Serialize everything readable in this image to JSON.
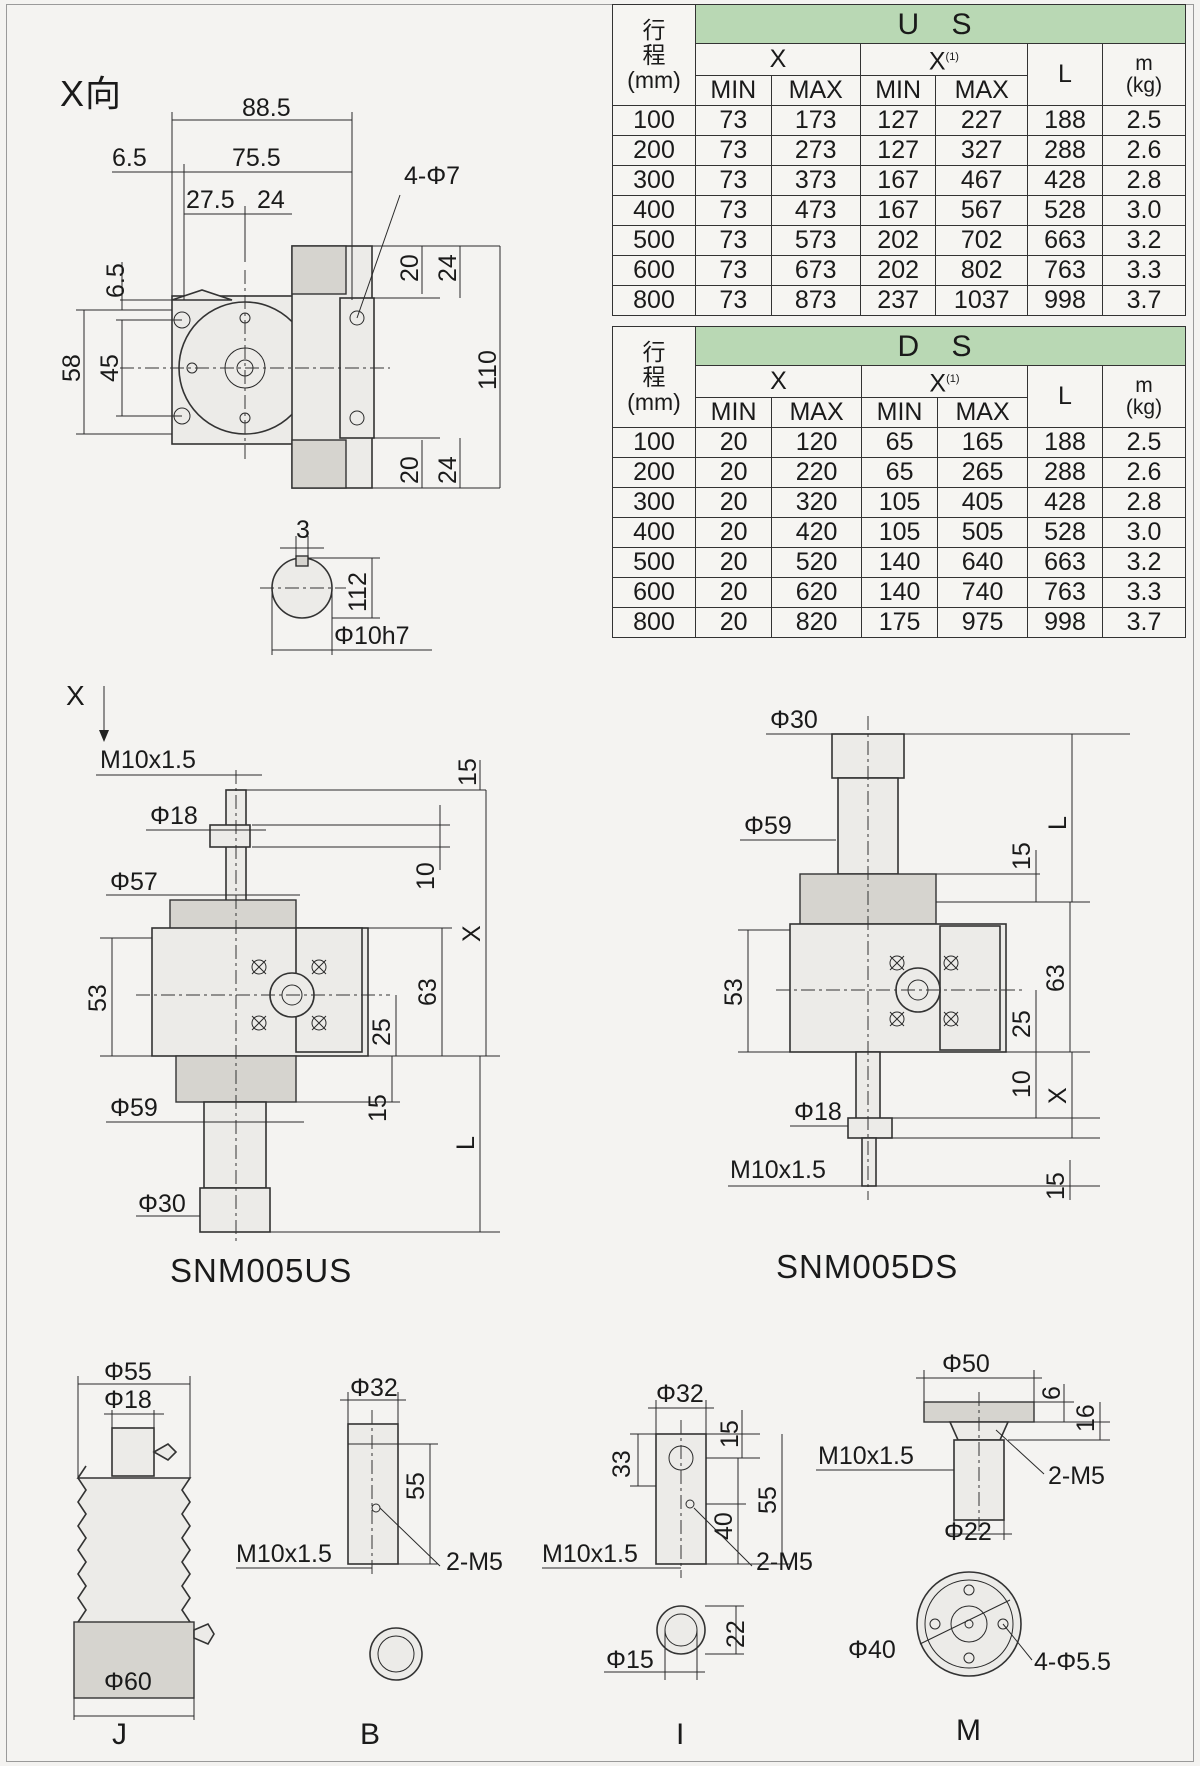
{
  "view_title": "X向",
  "top_view": {
    "dims": [
      "88.5",
      "6.5",
      "75.5",
      "27.5",
      "24",
      "4-Φ7",
      "6.5",
      "58",
      "45",
      "20",
      "24",
      "110",
      "20",
      "24"
    ]
  },
  "key_detail": {
    "dims": [
      "3",
      "112",
      "Φ10h7"
    ]
  },
  "us_table": {
    "title": "U S",
    "stroke_header": "行\n程\n(mm)",
    "x_header": "X",
    "x1_header": "X",
    "x1_note": "(1)",
    "l_header": "L",
    "m_header": "m\n(kg)",
    "sub_headers": [
      "MIN",
      "MAX",
      "MIN",
      "MAX"
    ],
    "rows": [
      [
        "100",
        "73",
        "173",
        "127",
        "227",
        "188",
        "2.5"
      ],
      [
        "200",
        "73",
        "273",
        "127",
        "327",
        "288",
        "2.6"
      ],
      [
        "300",
        "73",
        "373",
        "167",
        "467",
        "428",
        "2.8"
      ],
      [
        "400",
        "73",
        "473",
        "167",
        "567",
        "528",
        "3.0"
      ],
      [
        "500",
        "73",
        "573",
        "202",
        "702",
        "663",
        "3.2"
      ],
      [
        "600",
        "73",
        "673",
        "202",
        "802",
        "763",
        "3.3"
      ],
      [
        "800",
        "73",
        "873",
        "237",
        "1037",
        "998",
        "3.7"
      ]
    ]
  },
  "ds_table": {
    "title": "D S",
    "stroke_header": "行\n程\n(mm)",
    "x_header": "X",
    "x1_header": "X",
    "x1_note": "(1)",
    "l_header": "L",
    "m_header": "m\n(kg)",
    "sub_headers": [
      "MIN",
      "MAX",
      "MIN",
      "MAX"
    ],
    "rows": [
      [
        "100",
        "20",
        "120",
        "65",
        "165",
        "188",
        "2.5"
      ],
      [
        "200",
        "20",
        "220",
        "65",
        "265",
        "288",
        "2.6"
      ],
      [
        "300",
        "20",
        "320",
        "105",
        "405",
        "428",
        "2.8"
      ],
      [
        "400",
        "20",
        "420",
        "105",
        "505",
        "528",
        "3.0"
      ],
      [
        "500",
        "20",
        "520",
        "140",
        "640",
        "663",
        "3.2"
      ],
      [
        "600",
        "20",
        "620",
        "140",
        "740",
        "763",
        "3.3"
      ],
      [
        "800",
        "20",
        "820",
        "175",
        "975",
        "998",
        "3.7"
      ]
    ]
  },
  "snm005us": {
    "name": "SNM005US",
    "x_marker": "X",
    "dims": [
      "M10x1.5",
      "Φ18",
      "Φ57",
      "15",
      "10",
      "X",
      "53",
      "63",
      "25",
      "Φ59",
      "15",
      "L",
      "Φ30"
    ]
  },
  "snm005ds": {
    "name": "SNM005DS",
    "dims": [
      "Φ30",
      "Φ59",
      "L",
      "15",
      "53",
      "63",
      "25",
      "10",
      "X",
      "Φ18",
      "M10x1.5",
      "15"
    ]
  },
  "accessory_j": {
    "label": "J",
    "dims": [
      "Φ55",
      "Φ18",
      "Φ60"
    ]
  },
  "accessory_b": {
    "label": "B",
    "dims": [
      "Φ32",
      "55",
      "M10x1.5",
      "2-M5"
    ]
  },
  "accessory_i": {
    "label": "I",
    "dims": [
      "Φ32",
      "15",
      "33",
      "40",
      "55",
      "M10x1.5",
      "2-M5",
      "22",
      "Φ15"
    ]
  },
  "accessory_m": {
    "label": "M",
    "dims": [
      "Φ50",
      "6",
      "16",
      "M10x1.5",
      "2-M5",
      "Φ22",
      "Φ40",
      "4-Φ5.5"
    ]
  }
}
